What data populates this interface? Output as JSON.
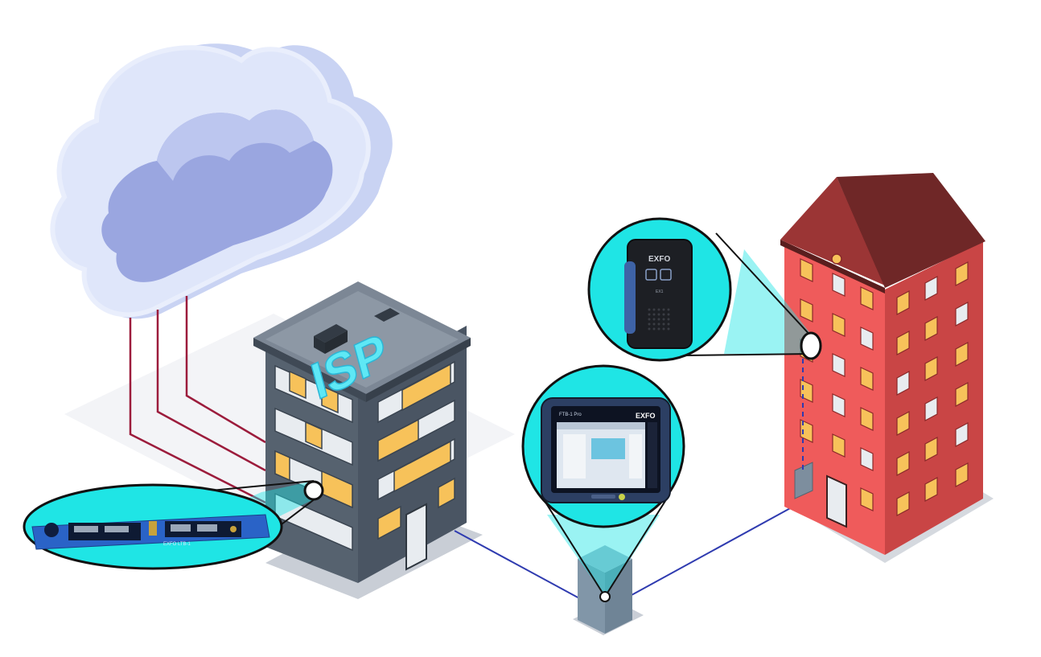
{
  "isp_building": {
    "sign_text": "ISP"
  },
  "devices": {
    "rack_unit": {
      "front_label": "EXFO LTB-1",
      "icon": "rack-unit-icon"
    },
    "handheld_tester": {
      "brand": "EXFO",
      "model": "FTB-1 Pro",
      "icon": "tablet-tester-icon"
    },
    "ex_probe": {
      "brand": "EXFO",
      "model": "EX1",
      "icon": "handheld-probe-icon"
    }
  },
  "colors": {
    "cloud_light": "#d7e0f7",
    "cloud_mid": "#a9b5e6",
    "cloud_dark": "#8a97d9",
    "isp_wall": "#4b5867",
    "isp_side": "#5d6b7b",
    "isp_roof": "#7f8c9a",
    "window_lit": "#f7c25a",
    "window_dark": "#e8ecf0",
    "home_front": "#e84f4f",
    "home_side": "#c23c3c",
    "home_roof": "#7a2a2a",
    "callout_fill": "#1fe5e5",
    "fiber_red": "#9c1c3c",
    "fiber_blue": "#2f3bb0",
    "cabinet": "#8fa3b5",
    "device_blue": "#2a63c7"
  }
}
